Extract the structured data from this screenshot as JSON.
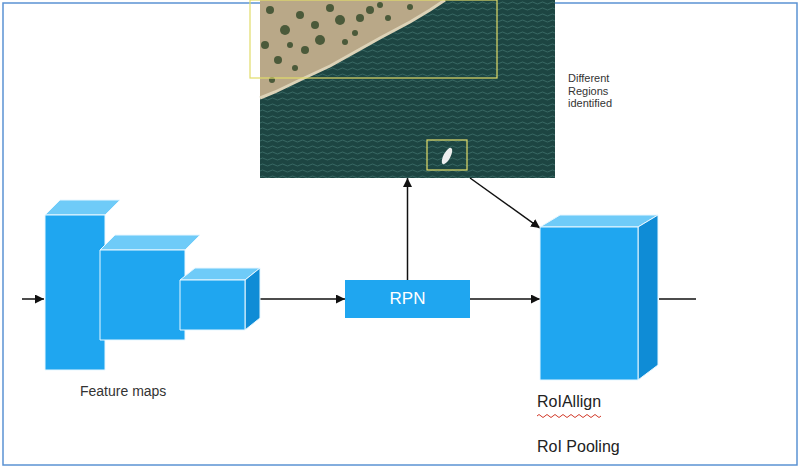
{
  "diagram": {
    "nodes": [
      {
        "text": [
          "Feature maps"
        ]
      },
      {
        "text": [
          "RPN"
        ]
      },
      {
        "text": [
          "Different Regions identified"
        ]
      },
      {
        "text": [
          "RoIAllign",
          "RoI Pooling"
        ]
      }
    ],
    "edges": [
      {
        "from": 0,
        "to": 1,
        "arrow": "to"
      },
      {
        "from": 1,
        "to": 2,
        "arrow": "to"
      },
      {
        "from": 2,
        "to": 3,
        "arrow": "to"
      },
      {
        "from": 1,
        "to": 3,
        "arrow": "to"
      }
    ]
  }
}
